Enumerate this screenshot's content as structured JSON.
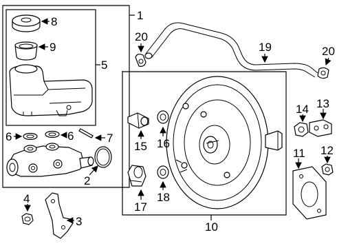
{
  "callouts": {
    "c1": "1",
    "c2": "2",
    "c3": "3",
    "c4": "4",
    "c5": "5",
    "c6a": "6",
    "c6b": "6",
    "c7": "7",
    "c8": "8",
    "c9": "9",
    "c10": "10",
    "c11": "11",
    "c12": "12",
    "c13": "13",
    "c14": "14",
    "c15": "15",
    "c16": "16",
    "c17": "17",
    "c18": "18",
    "c19": "19",
    "c20a": "20",
    "c20b": "20"
  },
  "colors": {
    "line": "#000000",
    "background": "#ffffff"
  }
}
